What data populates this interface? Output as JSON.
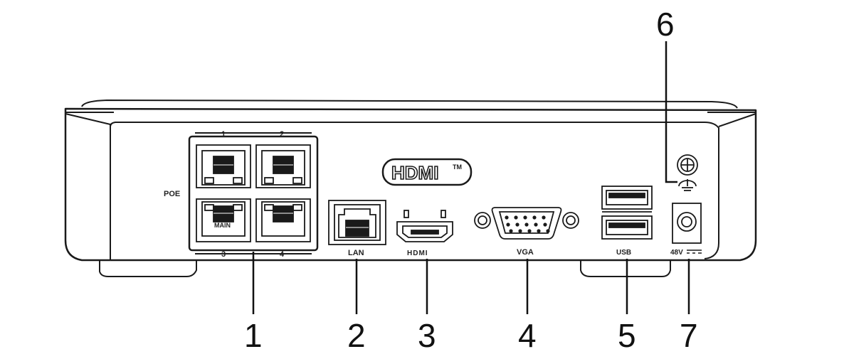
{
  "device": {
    "poe_label": "POE",
    "port_numbers": [
      "1",
      "2",
      "3",
      "4"
    ],
    "main_label": "MAIN",
    "lan_label": "LAN",
    "hdmi_logo": "HDMI",
    "hdmi_tm": "TM",
    "hdmi_label": "HDMI",
    "vga_label": "VGA",
    "usb_label": "USB",
    "power_label": "48V",
    "ground_icon": "ground-symbol-icon"
  },
  "callouts": [
    "1",
    "2",
    "3",
    "4",
    "5",
    "6",
    "7"
  ]
}
